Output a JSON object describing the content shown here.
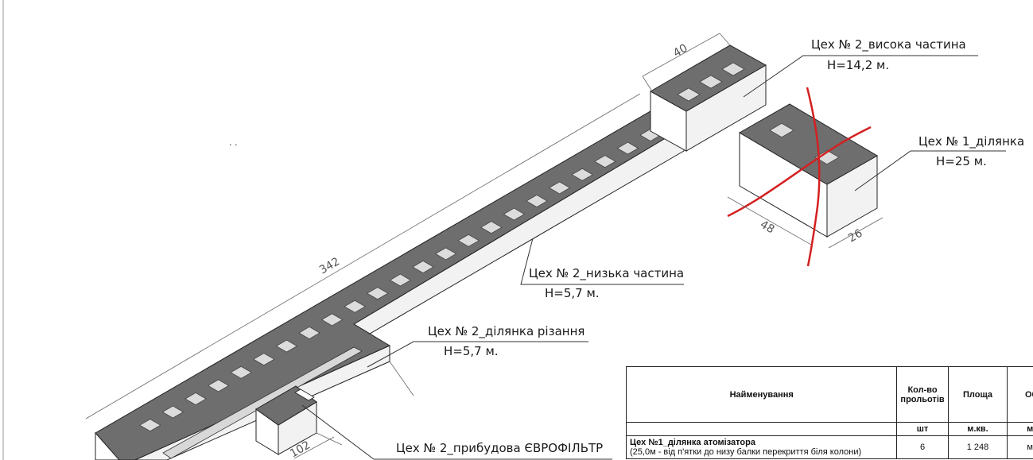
{
  "labels": {
    "high_part": "Цех № 2_висока частина",
    "high_part_h": "Н=14,2 м.",
    "section_1": "Цех № 1_ділянка",
    "section_1_h": "Н=25 м.",
    "low_part": "Цех № 2_низька частина",
    "low_part_h": "Н=5,7 м.",
    "cutting": "Цех № 2_ділянка різання",
    "cutting_h": "Н=5,7 м.",
    "eurofilter": "Цех № 2_прибудова ЄВРОФІЛЬТР"
  },
  "dimensions": {
    "d40": "40",
    "d342": "342",
    "d48": "48",
    "d26": "26",
    "d102": "102"
  },
  "marks": {
    "dots": ". ."
  },
  "colors": {
    "roof": "#6e6e6e",
    "cross_out": "#d42020"
  },
  "table": {
    "col_name": "Найменування",
    "col_count": "Кол-во прольотів",
    "col_area": "Площа",
    "col_vol": "Об",
    "unit_count": "шт",
    "unit_area": "м.кв.",
    "unit_vol": "м.",
    "row1_name": "Цех №1_ділянка атомізатора",
    "row1_note": "(25,0м - від п'ятки до низу балки перекриття біля колони)",
    "row1_count": "6",
    "row1_area": "1 248",
    "row1_vol": "м."
  }
}
